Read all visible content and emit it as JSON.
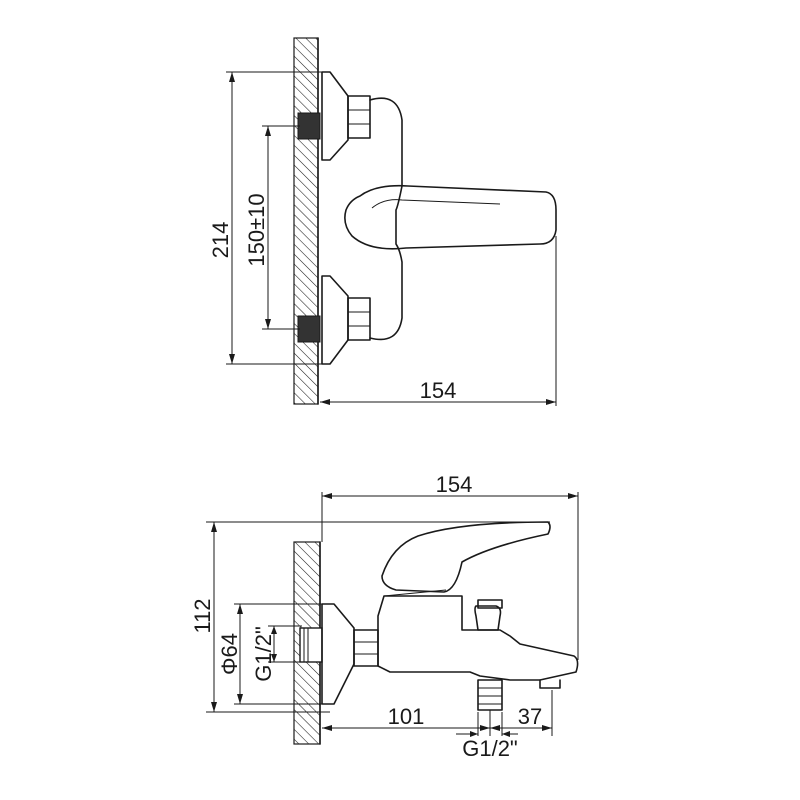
{
  "front_view": {
    "height_total": "214",
    "connection_spacing": "150±10",
    "width": "154"
  },
  "side_view": {
    "width": "154",
    "height": "112",
    "flange_diameter": "Φ64",
    "inlet_thread": "G1/2\"",
    "wall_to_outlet": "101",
    "outlet_to_spout": "37",
    "outlet_thread": "G1/2\""
  }
}
